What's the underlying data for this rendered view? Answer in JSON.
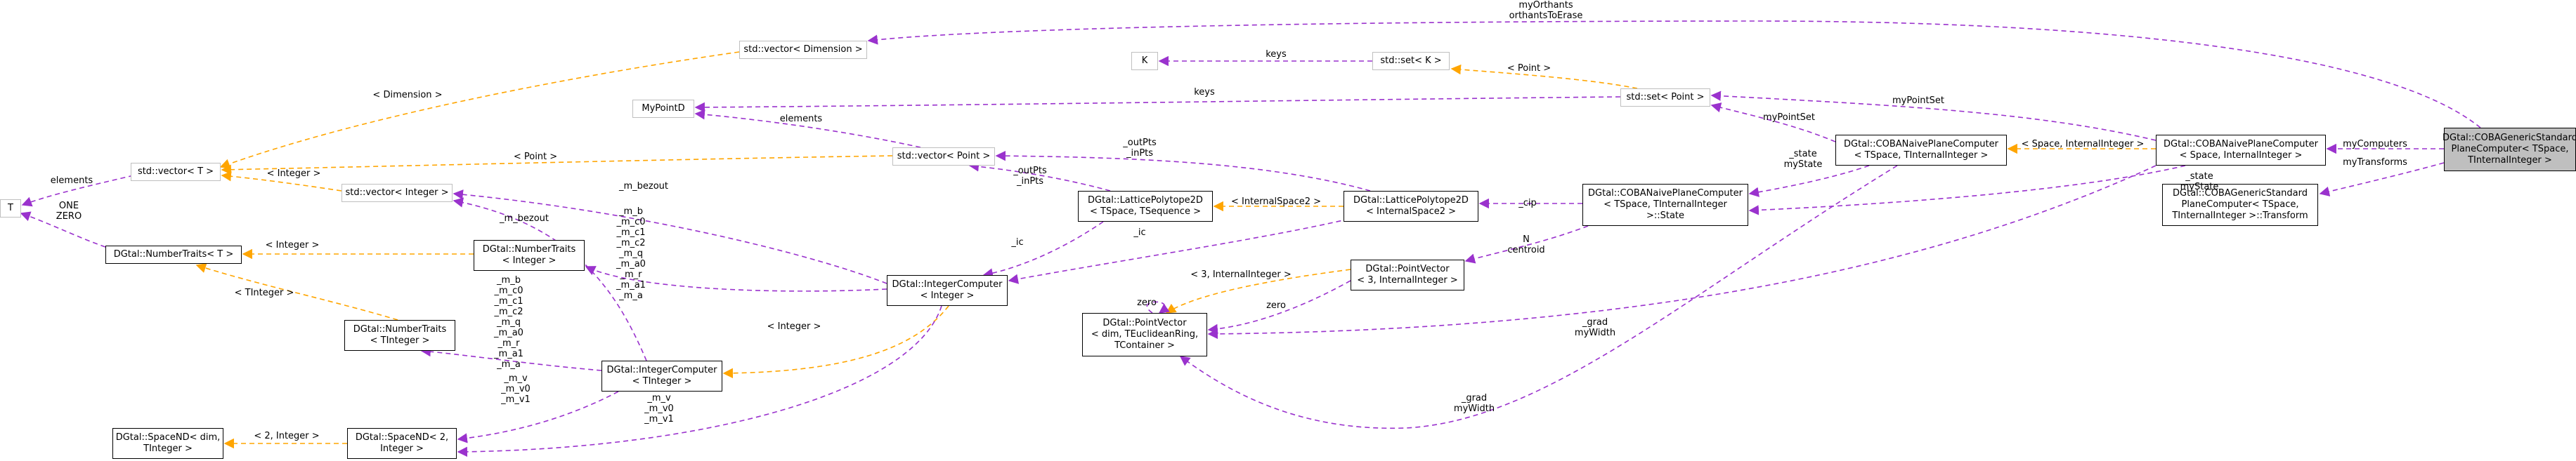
{
  "colors": {
    "usage": "#9a32cd",
    "template": "#ffa500",
    "node_border": "#000000",
    "external_border": "#bfbfbf",
    "focus_fill": "#bfbfbf"
  },
  "nodes": {
    "cobageneric": {
      "lines": [
        "DGtal::COBAGenericStandard",
        "PlaneComputer< TSpace,",
        " TInternalInteger >"
      ]
    },
    "cobanaive_space": {
      "lines": [
        "DGtal::COBANaivePlaneComputer",
        "< Space, InternalInteger >"
      ]
    },
    "transform": {
      "lines": [
        "DGtal::COBAGenericStandard",
        "PlaneComputer< TSpace,",
        " TInternalInteger >::Transform"
      ]
    },
    "cobanaive_t": {
      "lines": [
        "DGtal::COBANaivePlaneComputer",
        "< TSpace, TInternalInteger >"
      ]
    },
    "state": {
      "lines": [
        "DGtal::COBANaivePlaneComputer",
        "< TSpace, TInternalInteger",
        " >::State"
      ]
    },
    "set_point": {
      "lines": [
        "std::set< Point >"
      ]
    },
    "set_k": {
      "lines": [
        "std::set< K >"
      ]
    },
    "k": {
      "lines": [
        "K"
      ]
    },
    "vector_dimension": {
      "lines": [
        "std::vector< Dimension >"
      ]
    },
    "mypointd": {
      "lines": [
        "MyPointD"
      ]
    },
    "vector_point": {
      "lines": [
        "std::vector< Point >"
      ]
    },
    "vector_t": {
      "lines": [
        "std::vector< T >"
      ]
    },
    "t": {
      "lines": [
        "T"
      ]
    },
    "vector_integer": {
      "lines": [
        "std::vector< Integer >"
      ]
    },
    "numtraits_t": {
      "lines": [
        "DGtal::NumberTraits< T >"
      ]
    },
    "numtraits_integer": {
      "lines": [
        "DGtal::NumberTraits",
        "< Integer >"
      ]
    },
    "numtraits_tinteger": {
      "lines": [
        "DGtal::NumberTraits",
        "< TInteger >"
      ]
    },
    "intcomp_tinteger": {
      "lines": [
        "DGtal::IntegerComputer",
        "< TInteger >"
      ]
    },
    "intcomp_integer": {
      "lines": [
        "DGtal::IntegerComputer",
        "< Integer >"
      ]
    },
    "spacend_dim": {
      "lines": [
        "DGtal::SpaceND< dim,",
        " TInteger >"
      ]
    },
    "spacend_2": {
      "lines": [
        "DGtal::SpaceND< 2,",
        " Integer >"
      ]
    },
    "lattice_tseq": {
      "lines": [
        "DGtal::LatticePolytope2D",
        "< TSpace, TSequence >"
      ]
    },
    "lattice_is2": {
      "lines": [
        "DGtal::LatticePolytope2D",
        "< InternalSpace2 >"
      ]
    },
    "pointvector_3": {
      "lines": [
        "DGtal::PointVector",
        "< 3, InternalInteger >"
      ]
    },
    "pointvector_dim": {
      "lines": [
        "DGtal::PointVector",
        "< dim, TEuclideanRing,",
        " TContainer >"
      ]
    }
  },
  "edge_labels": {
    "myOrthants": [
      "myOrthants",
      "orthantsToErase"
    ],
    "myComputers": [
      "myComputers"
    ],
    "myTransforms": [
      "myTransforms"
    ],
    "spaceInternal": [
      "< Space, InternalInteger >"
    ],
    "myPointSet_a": [
      "myPointSet"
    ],
    "myPointSet_b": [
      "myPointSet"
    ],
    "state_a": [
      "_state",
      "myState"
    ],
    "state_b": [
      "_state",
      "myState"
    ],
    "point_setk": [
      "< Point >"
    ],
    "keys_k": [
      "keys"
    ],
    "keys_mypoint": [
      "keys"
    ],
    "dimension": [
      "< Dimension >"
    ],
    "point_vec": [
      "< Point >"
    ],
    "elements_mp": [
      "elements"
    ],
    "integer_vec": [
      "< Integer >"
    ],
    "elements_t": [
      "elements"
    ],
    "one_zero": [
      "ONE",
      "ZERO"
    ],
    "integer_nt": [
      "< Integer >"
    ],
    "tinteger_nt": [
      "< TInteger >"
    ],
    "m_bezout_a": [
      "_m_bezout"
    ],
    "m_bezout_b": [
      "_m_bezout"
    ],
    "m_list_a": [
      "_m_b",
      "_m_c0",
      "_m_c1",
      "_m_c2",
      "_m_q",
      "_m_a0",
      "_m_r",
      "_m_a1",
      "_m_a"
    ],
    "m_list_b": [
      "_m_b",
      "_m_c0",
      "_m_c1",
      "_m_c2",
      "_m_q",
      "_m_a0",
      "_m_r",
      "_m_a1",
      "_m_a"
    ],
    "integer_ic": [
      "< Integer >"
    ],
    "two_integer": [
      "< 2, Integer >"
    ],
    "m_v_a": [
      "_m_v",
      "_m_v0",
      "_m_v1"
    ],
    "m_v_b": [
      "_m_v",
      "_m_v0",
      "_m_v1"
    ],
    "outpts_a": [
      "_outPts",
      "_inPts"
    ],
    "outpts_b": [
      "_outPts",
      "_inPts"
    ],
    "ic_a": [
      "_ic"
    ],
    "ic_b": [
      "_ic"
    ],
    "is2": [
      "< InternalSpace2 >"
    ],
    "cip": [
      "_cip"
    ],
    "n_centroid": [
      "N",
      "centroid"
    ],
    "three_ii": [
      "< 3, InternalInteger >"
    ],
    "zero_self": [
      "zero"
    ],
    "zero_pv": [
      "zero"
    ],
    "grad_a": [
      "_grad",
      "myWidth"
    ],
    "grad_b": [
      "_grad",
      "myWidth"
    ]
  }
}
